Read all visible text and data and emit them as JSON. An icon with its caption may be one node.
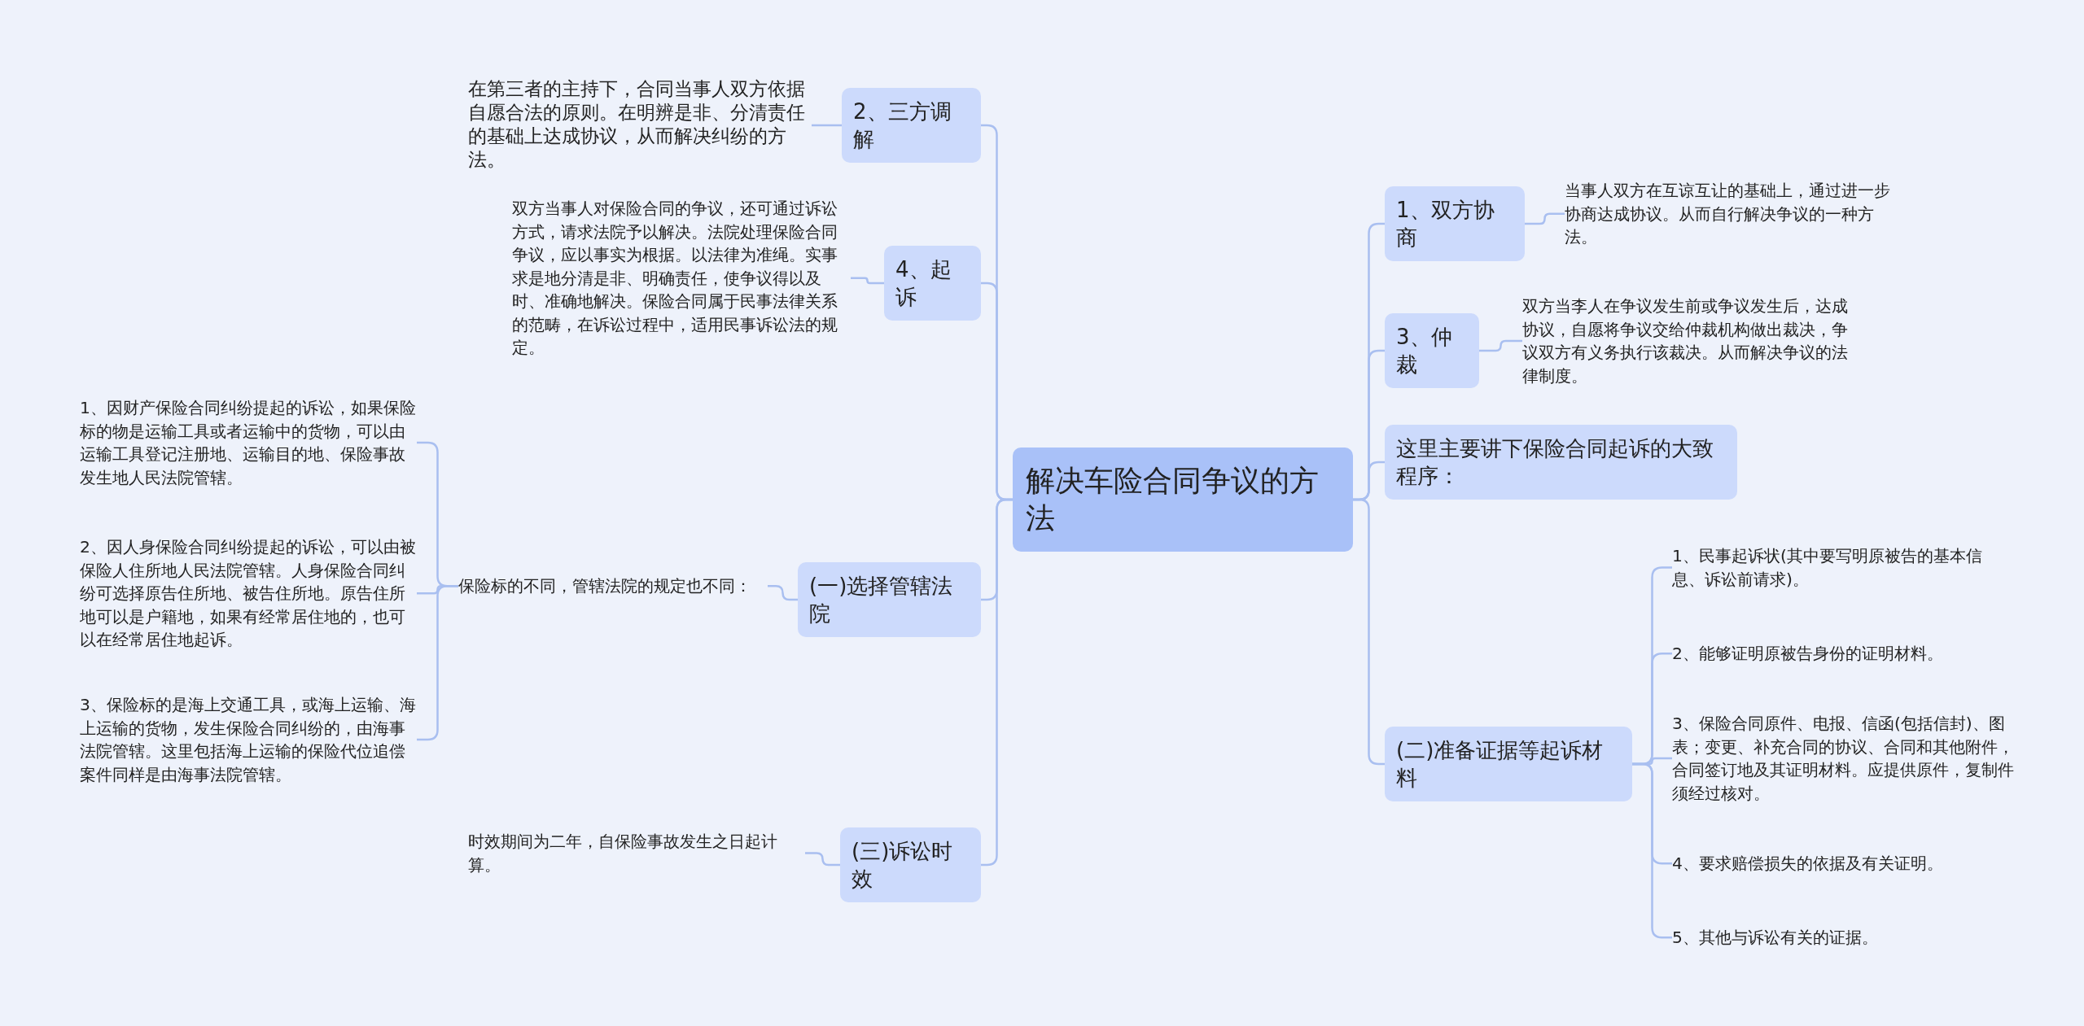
{
  "diagram": {
    "nodes": [
      {
        "text": [
          "解决车险合同争议的方法"
        ]
      },
      {
        "text": [
          "2、三方调解"
        ]
      },
      {
        "text": [
          "在第三者的主持下，合同当事人双方依据自愿合法的原则。在明辨是非、分清责任的基础上达成协议，从而解决纠纷的方法。"
        ]
      },
      {
        "text": [
          "4、起诉"
        ]
      },
      {
        "text": [
          "双方当事人对保险合同的争议，还可通过诉讼方式，请求法院予以解决。法院处理保险合同争议，应以事实为根据。以法律为准绳。实事求是地分清是非、明确责任，使争议得以及时、准确地解决。保险合同属于民事法律关系的范畴，在诉讼过程中，适用民事诉讼法的规定。"
        ]
      },
      {
        "text": [
          "(一)选择管辖法院"
        ]
      },
      {
        "text": [
          "保险标的不同，管辖法院的规定也不同："
        ]
      },
      {
        "text": [
          "1、因财产保险合同纠纷提起的诉讼，如果保险标的物是运输工具或者运输中的货物，可以由运输工具登记注册地、运输目的地、保险事故发生地人民法院管辖。"
        ]
      },
      {
        "text": [
          "2、因人身保险合同纠纷提起的诉讼，可以由被保险人住所地人民法院管辖。人身保险合同纠纷可选择原告住所地、被告住所地。原告住所地可以是户籍地，如果有经常居住地的，也可以在经常居住地起诉。"
        ]
      },
      {
        "text": [
          "3、保险标的是海上交通工具，或海上运输、海上运输的货物，发生保险合同纠纷的，由海事法院管辖。这里包括海上运输的保险代位追偿案件同样是由海事法院管辖。"
        ]
      },
      {
        "text": [
          "(三)诉讼时效"
        ]
      },
      {
        "text": [
          "时效期间为二年，自保险事故发生之日起计算。"
        ]
      },
      {
        "text": [
          "1、双方协商"
        ]
      },
      {
        "text": [
          "当事人双方在互谅互让的基础上，通过进一步协商达成协议。从而自行解决争议的一种方法。"
        ]
      },
      {
        "text": [
          "3、仲裁"
        ]
      },
      {
        "text": [
          "双方当李人在争议发生前或争议发生后，达成协议，自愿将争议交给仲裁机构做出裁决，争议双方有义务执行该裁决。从而解决争议的法律制度。"
        ]
      },
      {
        "text": [
          "这里主要讲下保险合同起诉的大致程序："
        ]
      },
      {
        "text": [
          "(二)准备证据等起诉材料"
        ]
      },
      {
        "text": [
          "1、民事起诉状(其中要写明原被告的基本信息、诉讼前请求)。"
        ]
      },
      {
        "text": [
          "2、能够证明原被告身份的证明材料。"
        ]
      },
      {
        "text": [
          "3、保险合同原件、电报、信函(包括信封)、图表；变更、补充合同的协议、合同和其他附件，合同签订地及其证明材料。应提供原件，复制件须经过核对。"
        ]
      },
      {
        "text": [
          "4、要求赔偿损失的依据及有关证明。"
        ]
      },
      {
        "text": [
          "5、其他与诉讼有关的证据。"
        ]
      }
    ],
    "edges": [
      {
        "from": 0,
        "to": 1,
        "arrow": "none"
      },
      {
        "from": 0,
        "to": 3,
        "arrow": "none"
      },
      {
        "from": 0,
        "to": 5,
        "arrow": "none"
      },
      {
        "from": 0,
        "to": 10,
        "arrow": "none"
      },
      {
        "from": 0,
        "to": 12,
        "arrow": "none"
      },
      {
        "from": 0,
        "to": 14,
        "arrow": "none"
      },
      {
        "from": 0,
        "to": 16,
        "arrow": "none"
      },
      {
        "from": 0,
        "to": 17,
        "arrow": "none"
      },
      {
        "from": 1,
        "to": 2,
        "arrow": "none"
      },
      {
        "from": 3,
        "to": 4,
        "arrow": "none"
      },
      {
        "from": 5,
        "to": 6,
        "arrow": "none"
      },
      {
        "from": 6,
        "to": 7,
        "arrow": "none"
      },
      {
        "from": 6,
        "to": 8,
        "arrow": "none"
      },
      {
        "from": 6,
        "to": 9,
        "arrow": "none"
      },
      {
        "from": 10,
        "to": 11,
        "arrow": "none"
      },
      {
        "from": 12,
        "to": 13,
        "arrow": "none"
      },
      {
        "from": 14,
        "to": 15,
        "arrow": "none"
      },
      {
        "from": 17,
        "to": 18,
        "arrow": "none"
      },
      {
        "from": 17,
        "to": 19,
        "arrow": "none"
      },
      {
        "from": 17,
        "to": 20,
        "arrow": "none"
      },
      {
        "from": 17,
        "to": 21,
        "arrow": "none"
      },
      {
        "from": 17,
        "to": 22,
        "arrow": "none"
      }
    ]
  }
}
